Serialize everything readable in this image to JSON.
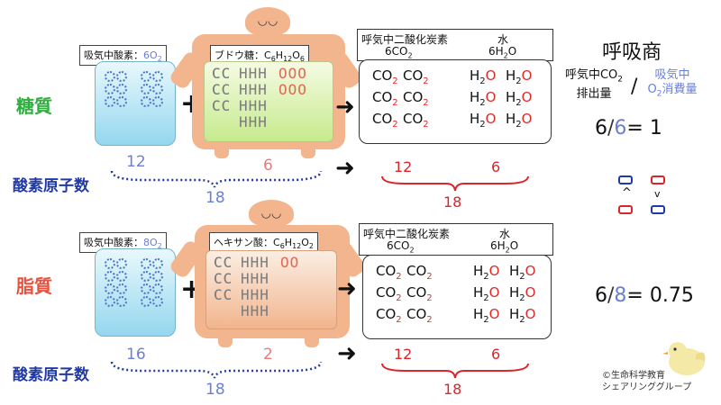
{
  "title": "呼吸商",
  "rq_formula": {
    "numerator_line1": "呼気中CO",
    "numerator_sub": "2",
    "numerator_line2": "排出量",
    "slash": "/",
    "denominator_line1": "吸気中",
    "denominator_line2_prefix": "O",
    "denominator_line2_sub": "2",
    "denominator_line2_suffix": "消費量"
  },
  "glucose": {
    "row_label": "糖質",
    "o2_tag_prefix": "吸気中酸素：",
    "o2_tag_value": "6O",
    "o2_tag_sub": "2",
    "molecule_tag_prefix": "ブドウ糖：C",
    "molecule_tag_sub1": "6",
    "molecule_tag_mid1": "H",
    "molecule_tag_sub2": "12",
    "molecule_tag_mid2": "O",
    "molecule_tag_sub3": "6",
    "rows": [
      {
        "c": "CC",
        "h": "HHH",
        "o": "OOO"
      },
      {
        "c": "CC",
        "h": "HHH",
        "o": "OOO"
      },
      {
        "c": "CC",
        "h": "HHH",
        "o": ""
      },
      {
        "c": "",
        "h": "HHH",
        "o": ""
      }
    ],
    "products_header_co2": "呼気中二酸化炭素",
    "products_header_co2_formula": "6CO",
    "products_header_co2_sub": "2",
    "products_header_h2o": "水",
    "products_header_h2o_formula": "6H",
    "products_header_h2o_sub": "2",
    "products_header_h2o_suffix": "O",
    "oxygen_count_label": "酸素原子数",
    "o2_oxygen_atoms": "12",
    "molecule_oxygen_atoms": "6",
    "input_total": "18",
    "co2_oxygen_atoms": "12",
    "h2o_oxygen_atoms": "6",
    "output_total": "18",
    "ratio_numerator": "6",
    "ratio_slash": "/",
    "ratio_denominator": "6",
    "ratio_result": "= 1"
  },
  "lipid": {
    "row_label": "脂質",
    "o2_tag_prefix": "吸気中酸素：",
    "o2_tag_value": "8O",
    "o2_tag_sub": "2",
    "molecule_tag_prefix": "ヘキサン酸：C",
    "molecule_tag_sub1": "6",
    "molecule_tag_mid1": "H",
    "molecule_tag_sub2": "12",
    "molecule_tag_mid2": "O",
    "molecule_tag_sub3": "2",
    "rows": [
      {
        "c": "CC",
        "h": "HHH",
        "o": "OO"
      },
      {
        "c": "CC",
        "h": "HHH",
        "o": ""
      },
      {
        "c": "CC",
        "h": "HHH",
        "o": ""
      },
      {
        "c": "",
        "h": "HHH",
        "o": ""
      }
    ],
    "products_header_co2": "呼気中二酸化炭素",
    "products_header_co2_formula": "6CO",
    "products_header_co2_sub": "2",
    "products_header_h2o": "水",
    "products_header_h2o_formula": "6H",
    "products_header_h2o_sub": "2",
    "products_header_h2o_suffix": "O",
    "oxygen_count_label": "酸素原子数",
    "o2_oxygen_atoms": "16",
    "molecule_oxygen_atoms": "2",
    "input_total": "18",
    "co2_oxygen_atoms": "12",
    "h2o_oxygen_atoms": "6",
    "output_total": "18",
    "ratio_numerator": "6",
    "ratio_slash": "/",
    "ratio_denominator": "8",
    "ratio_result": "= 0.75"
  },
  "product_grid": {
    "co2_text": "CO",
    "co2_sub": "2",
    "h2o_text_h": "H",
    "h2o_sub": "2",
    "h2o_text_o": "O"
  },
  "compare_symbols": {
    "upper": "^",
    "lower": "v"
  },
  "operators": {
    "plus": "+",
    "arrow": "➜"
  },
  "credit": {
    "line1": "©生命科学教育",
    "line2": "シェアリンググループ"
  },
  "colors": {
    "glucose_label": "#2fae3f",
    "lipid_label": "#e8503c",
    "oxygen_label": "#1f3aa8",
    "o2_blue": "#6a7fd6",
    "molecule_oxygen": "#e87a7a",
    "product_red": "#d8262b",
    "robot": "#f3b58e"
  }
}
